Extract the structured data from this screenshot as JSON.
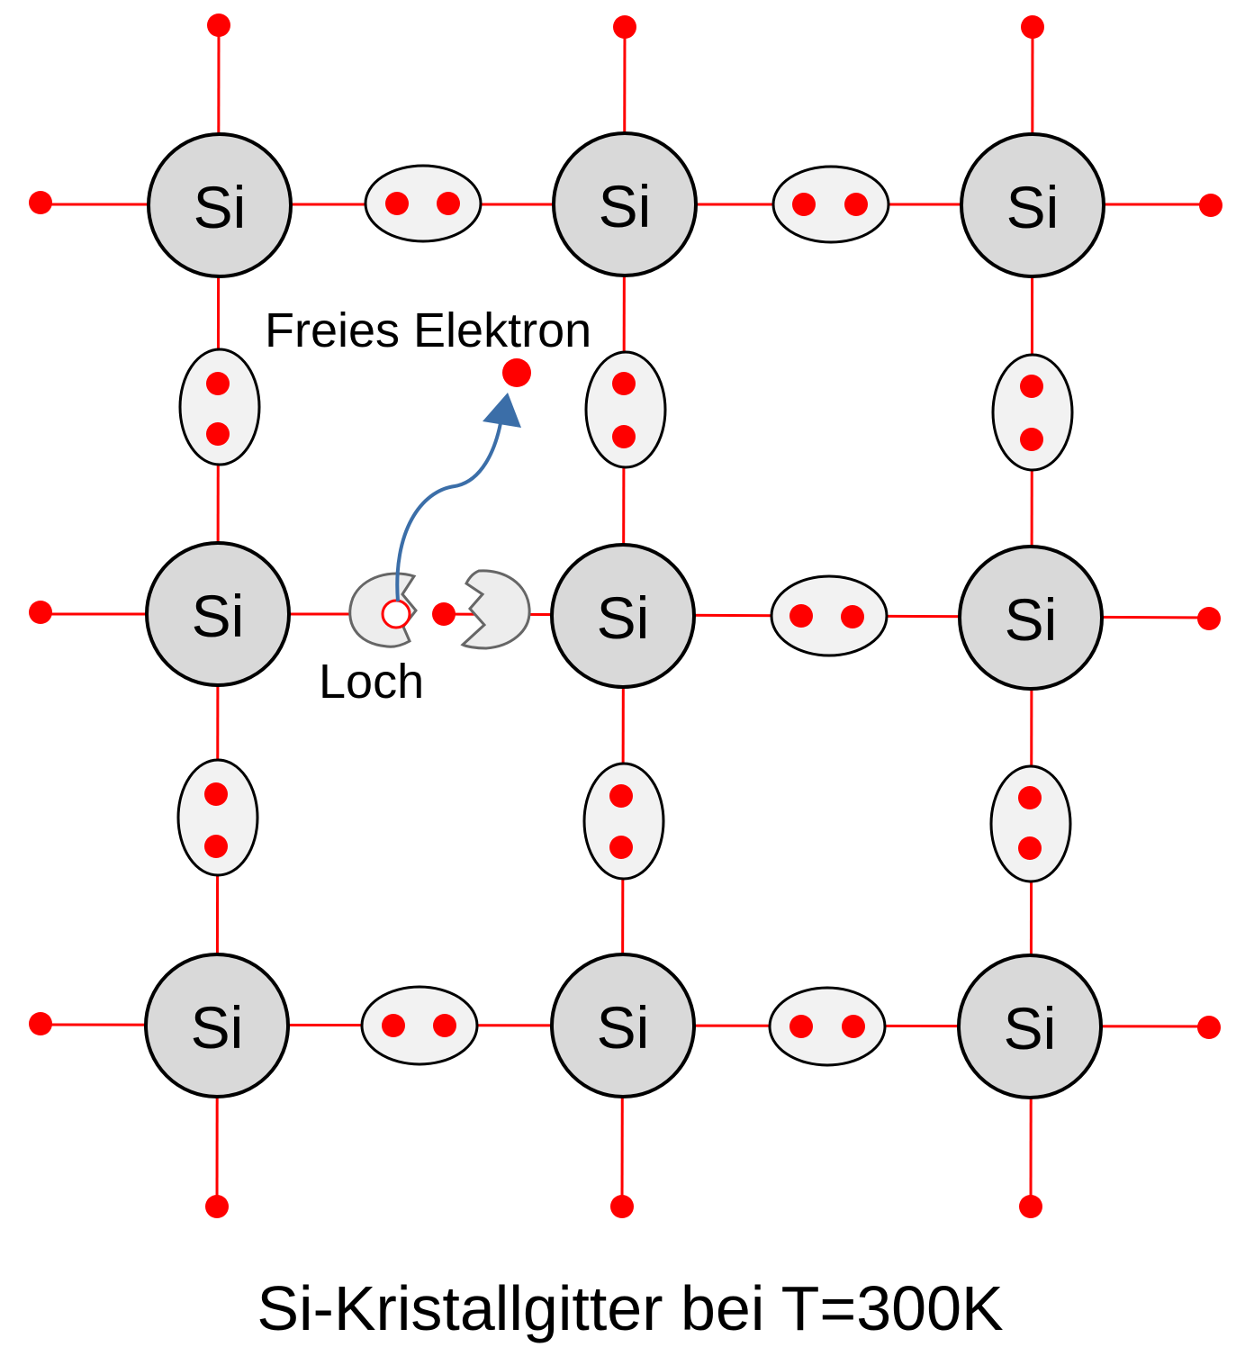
{
  "atom_label": "Si",
  "free_electron_label": "Freies Elektron",
  "hole_label": "Loch",
  "caption": "Si-Kristallgitter bei T=300K",
  "colors": {
    "electron": "#ff0000",
    "atom_fill": "#d9d9d9",
    "pair_fill": "#f2f2f2",
    "arrow": "#3b6ea8"
  }
}
